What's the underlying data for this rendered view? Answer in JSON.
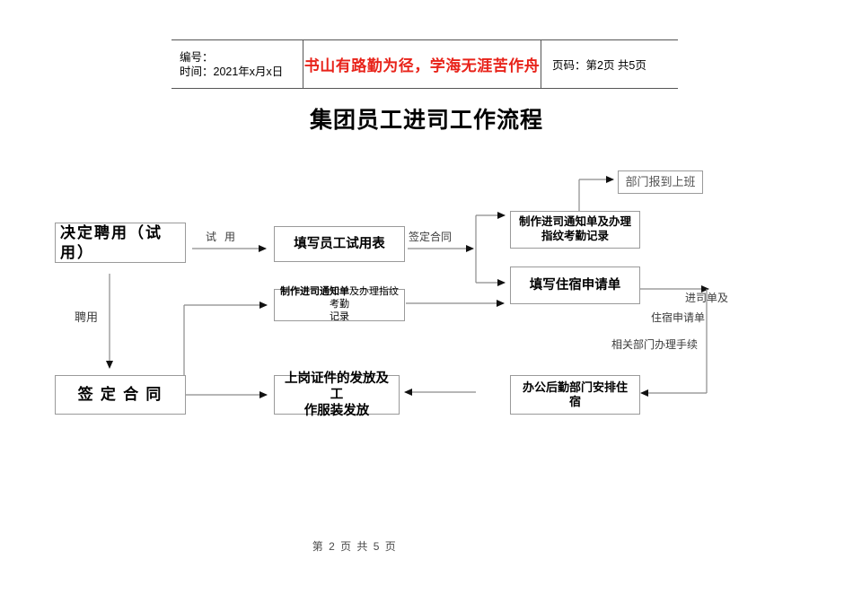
{
  "header": {
    "meta_label_code": "编号：",
    "meta_label_time": "时间：2021年x月x日",
    "slogan": "书山有路勤为径，学海无涯苦作舟",
    "page_code": "页码：第2页 共5页"
  },
  "title": "集团员工进司工作流程",
  "nodes": {
    "decide_hire": "决定聘用（试用）",
    "fill_probation_form": "填写员工试用表",
    "notice_fingerprint_top_1": "制作进司通知单及办理",
    "notice_fingerprint_top_2": "指纹考勤记录",
    "report_to_department": "部门报到上班",
    "fill_dorm_application": "填写住宿申请单",
    "notice_small_bold": "制作进司通知单",
    "notice_small_thin": "及办理指纹考勤",
    "notice_small_line2": "记录",
    "sign_contract": "签  定  合  同",
    "issue_badge_uniform_1": "上岗证件的发放及工",
    "issue_badge_uniform_2": "作服装发放",
    "logistics_arrange_dorm_1": "办公后勤部门安排住",
    "logistics_arrange_dorm_2": "宿"
  },
  "edge_labels": {
    "probation": "试 用",
    "sign_contract": "签定合同",
    "hire": "聘用",
    "entry_form_line1": "进司单及",
    "entry_form_line2": "住宿申请单",
    "departments_procedure": "相关部门办理手续"
  },
  "footer": "第 2 页  共 5 页",
  "colors": {
    "slogan_red": "#e8231a",
    "box_border": "#9a9a9a",
    "line": "#7a7a7a",
    "table_border": "#555555"
  }
}
